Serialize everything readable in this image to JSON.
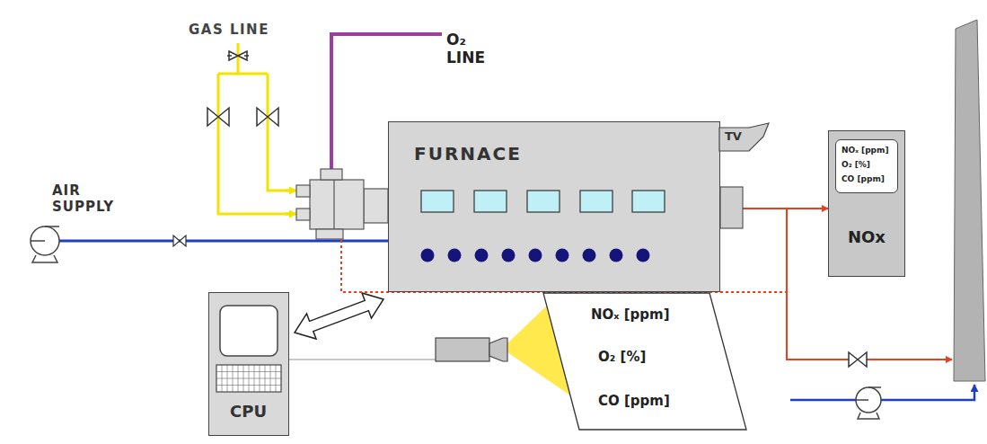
{
  "diagram": {
    "nodes": [
      {
        "text": [
          "FURNACE"
        ]
      },
      {
        "text": [
          "TV"
        ]
      },
      {
        "text": [
          "NOx"
        ]
      },
      {
        "text": [
          "NOₓ [ppm]",
          "O₂ [%]",
          "CO [ppm]"
        ],
        "in": 2
      },
      {
        "text": [
          "CPU"
        ]
      },
      {
        "text": [
          "NOₓ [ppm]",
          "O₂ [%]",
          "CO [ppm]"
        ]
      }
    ],
    "edges": [
      {
        "from": 0,
        "to": 2,
        "arrow": "to"
      },
      {
        "from": 4,
        "to": 0,
        "arrow": "both"
      }
    ],
    "labels": [
      "GAS LINE",
      "O₂ LINE",
      "AIR SUPPLY"
    ]
  }
}
